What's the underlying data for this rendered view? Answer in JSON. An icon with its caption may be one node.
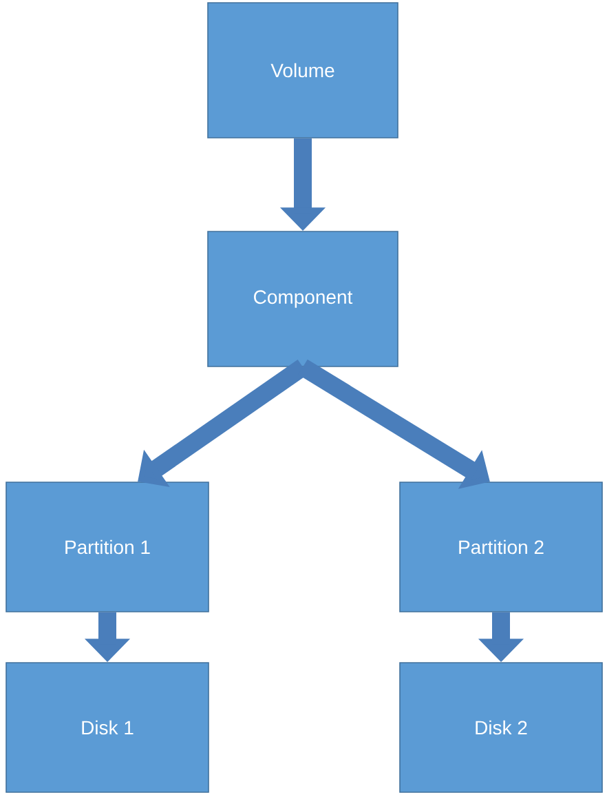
{
  "diagram": {
    "nodes": [
      {
        "text": [
          "Volume"
        ]
      },
      {
        "text": [
          "Component"
        ]
      },
      {
        "text": [
          "Partition 1"
        ]
      },
      {
        "text": [
          "Partition 2"
        ]
      },
      {
        "text": [
          "Disk 1"
        ]
      },
      {
        "text": [
          "Disk 2"
        ]
      }
    ],
    "edges": [
      {
        "from": 0,
        "to": 1,
        "arrow": "to"
      },
      {
        "from": 1,
        "to": 2,
        "arrow": "to"
      },
      {
        "from": 1,
        "to": 3,
        "arrow": "to"
      },
      {
        "from": 2,
        "to": 4,
        "arrow": "to"
      },
      {
        "from": 3,
        "to": 5,
        "arrow": "to"
      }
    ]
  }
}
